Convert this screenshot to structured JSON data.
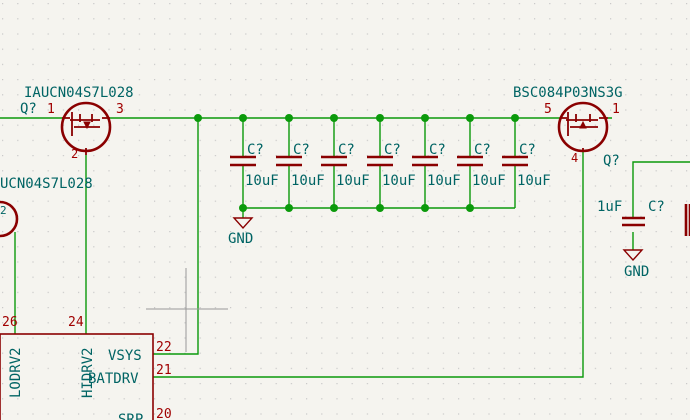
{
  "colors": {
    "background": "#f5f4ef",
    "grid": "#c8c8c8",
    "wire": "#0b9a0b",
    "body": "#8a0000",
    "pin_text": "#a00000",
    "ref_text": "#006464",
    "junction": "#0b9a0b"
  },
  "mosfet_left": {
    "value": "IAUCN04S7L028",
    "ref": "Q?",
    "pin_left": "1",
    "pin_right": "3",
    "pin_bottom": "2"
  },
  "mosfet_partial": {
    "value": "UCN04S7L028"
  },
  "mosfet_right": {
    "value": "BSC084P03NS3G",
    "ref": "Q?",
    "pin_left": "5",
    "pin_right": "1",
    "pin_bottom": "4"
  },
  "capacitors": [
    {
      "ref": "C?",
      "value": "10uF"
    },
    {
      "ref": "C?",
      "value": "10uF"
    },
    {
      "ref": "C?",
      "value": "10uF"
    },
    {
      "ref": "C?",
      "value": "10uF"
    },
    {
      "ref": "C?",
      "value": "10uF"
    },
    {
      "ref": "C?",
      "value": "10uF"
    },
    {
      "ref": "C?",
      "value": "10uF"
    }
  ],
  "gnd_cap": {
    "ref": "C?",
    "value": "1uF"
  },
  "gnd_labels": [
    "GND",
    "GND"
  ],
  "ic": {
    "pins": [
      {
        "number": "26",
        "name": "LODRV2"
      },
      {
        "number": "24",
        "name": "HIDRV2"
      },
      {
        "number": "22",
        "name": "VSYS"
      },
      {
        "number": "21",
        "name": "BATDRV"
      },
      {
        "number": "20",
        "name": "SRP"
      }
    ]
  }
}
